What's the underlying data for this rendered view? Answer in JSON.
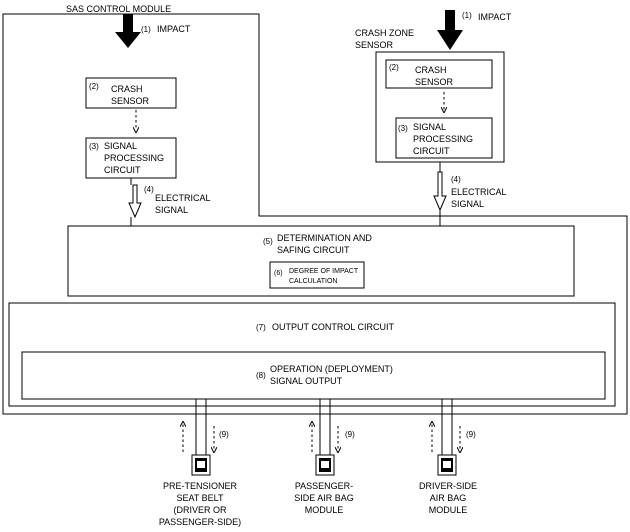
{
  "modules": {
    "sas_title": "SAS CONTROL MODULE",
    "crash_zone_title_1": "CRASH ZONE",
    "crash_zone_title_2": "SENSOR"
  },
  "impact": {
    "num": "(1)",
    "label": "IMPACT"
  },
  "crash_sensor": {
    "num": "(2)",
    "line1": "CRASH",
    "line2": "SENSOR"
  },
  "signal_processing": {
    "num": "(3)",
    "line1": "SIGNAL",
    "line2": "PROCESSING",
    "line3": "CIRCUIT"
  },
  "electrical_signal": {
    "num": "(4)",
    "line1": "ELECTRICAL",
    "line2": "SIGNAL"
  },
  "determination": {
    "num": "(5)",
    "line1": "DETERMINATION AND",
    "line2": "SAFING CIRCUIT"
  },
  "degree_calc": {
    "num": "(6)",
    "line1": "DEGREE OF IMPACT",
    "line2": "CALCULATION"
  },
  "output_control": {
    "num": "(7)",
    "label": "OUTPUT CONTROL CIRCUIT"
  },
  "operation": {
    "num": "(8)",
    "line1": "OPERATION (DEPLOYMENT)",
    "line2": "SIGNAL OUTPUT"
  },
  "feedback": {
    "num": "(9)"
  },
  "outputs": {
    "pretensioner": {
      "line1": "PRE-TENSIONER",
      "line2": "SEAT BELT",
      "line3": "(DRIVER OR",
      "line4": "PASSENGER-SIDE)"
    },
    "passenger_airbag": {
      "line1": "PASSENGER-",
      "line2": "SIDE AIR BAG",
      "line3": "MODULE"
    },
    "driver_airbag": {
      "line1": "DRIVER-SIDE",
      "line2": "AIR BAG",
      "line3": "MODULE"
    }
  }
}
